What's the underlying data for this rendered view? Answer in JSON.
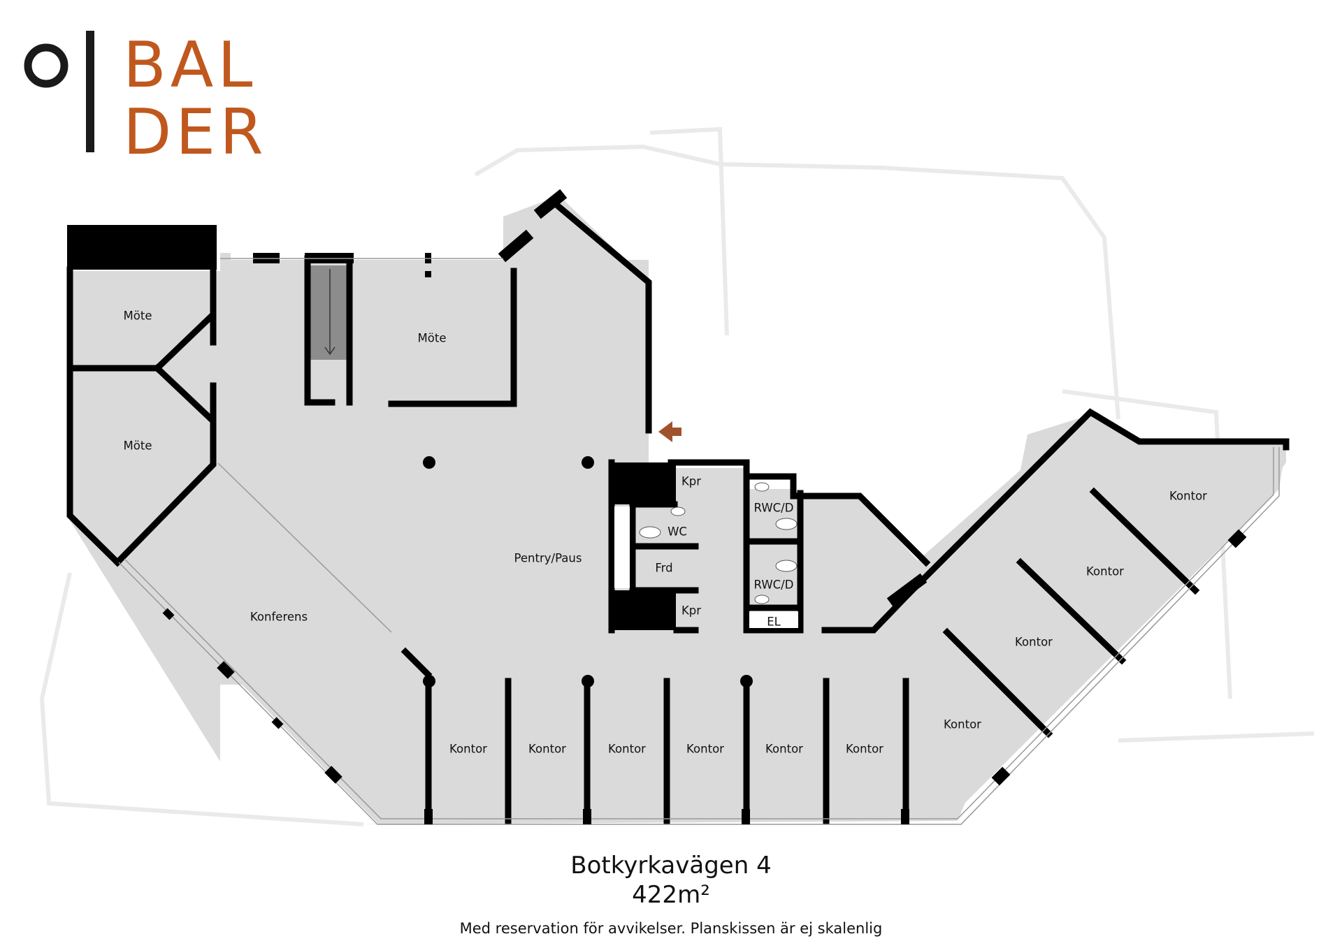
{
  "brand": {
    "name_line1": "BAL",
    "name_line2": "DER",
    "logo_color": "#c0581e",
    "mark_color": "#1a1a1a"
  },
  "colors": {
    "floor": "#dadada",
    "wall": "#000000",
    "stair": "#8c8c8c",
    "entrance_arrow": "#a0522d"
  },
  "rooms": {
    "mote_1": "Möte",
    "mote_2": "Möte",
    "mote_3": "Möte",
    "pentry": "Pentry/Paus",
    "konferens": "Konferens",
    "kpr_1": "Kpr",
    "kpr_2": "Kpr",
    "wc": "WC",
    "frd": "Frd",
    "rwc_1": "RWC/D",
    "rwc_2": "RWC/D",
    "el": "EL",
    "kontor_b1": "Kontor",
    "kontor_b2": "Kontor",
    "kontor_b3": "Kontor",
    "kontor_b4": "Kontor",
    "kontor_b5": "Kontor",
    "kontor_b6": "Kontor",
    "kontor_w1": "Kontor",
    "kontor_w2": "Kontor",
    "kontor_w3": "Kontor",
    "kontor_w4": "Kontor"
  },
  "caption": {
    "address": "Botkyrkavägen 4",
    "area": "422m²",
    "disclaimer": "Med reservation för avvikelser. Planskissen är ej skalenlig"
  }
}
